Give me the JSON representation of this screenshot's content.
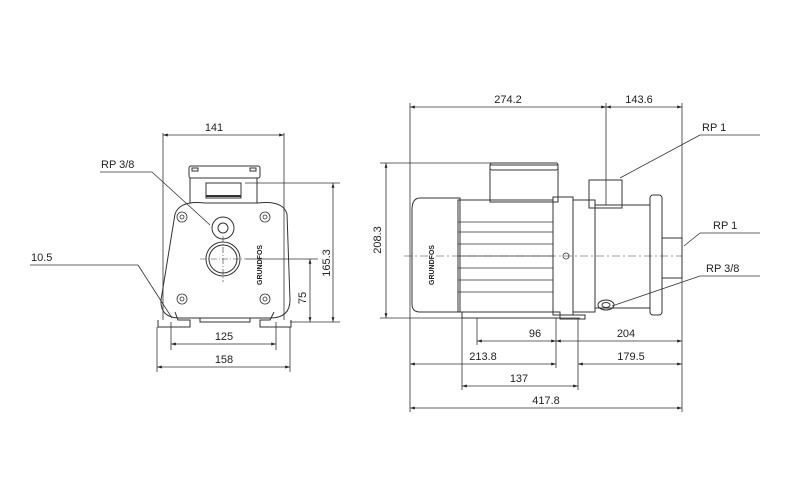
{
  "drawing": {
    "type": "pump dimension drawing",
    "brand_mark": "GRUNDFOS",
    "front_view": {
      "labels": {
        "width_top": "141",
        "port_label": "RP 3/8",
        "foot_offset": "10.5",
        "height_total": "165.3",
        "shaft_height": "75",
        "foot_hole_spacing": "125",
        "foot_width": "158"
      }
    },
    "side_view": {
      "labels": {
        "top_left_length": "274.2",
        "top_right_length": "143.6",
        "discharge_port": "RP 1",
        "suction_port": "RP 1",
        "drain_port": "RP 3/8",
        "overall_height": "208.3",
        "foot_span": "96",
        "right_length": "204",
        "left_to_foot": "213.8",
        "foot_to_end": "179.5",
        "base_length": "137",
        "overall_length": "417.8"
      }
    }
  }
}
